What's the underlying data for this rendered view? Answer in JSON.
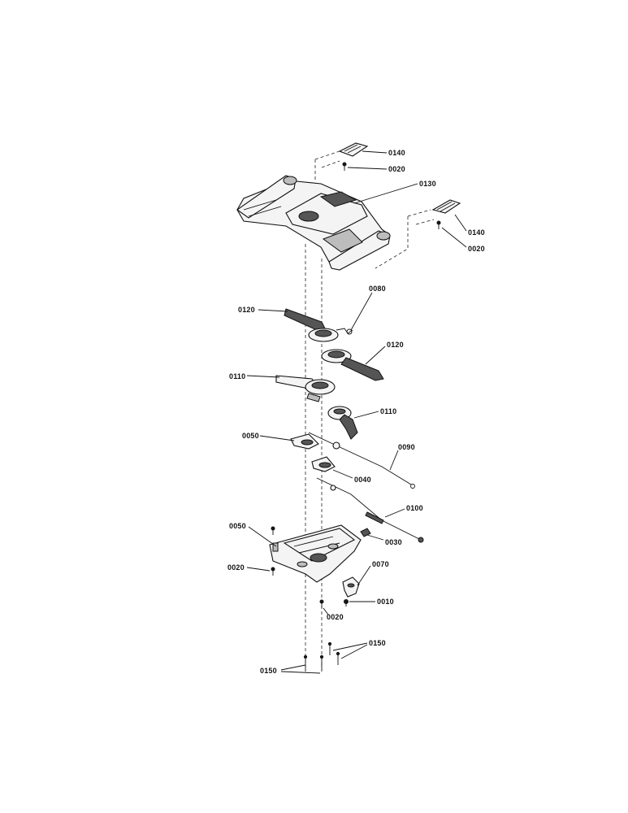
{
  "callouts": {
    "p0140_top": "0140",
    "p0020_top": "0020",
    "p0130": "0130",
    "p0140_right": "0140",
    "p0020_right": "0020",
    "p0080": "0080",
    "p0120_left": "0120",
    "p0120_right": "0120",
    "p0110_left": "0110",
    "p0110_right": "0110",
    "p0050_upper": "0050",
    "p0090": "0090",
    "p0040": "0040",
    "p0100": "0100",
    "p0030": "0030",
    "p0050_lower": "0050",
    "p0070": "0070",
    "p0020_left": "0020",
    "p0010": "0010",
    "p0020_bottom": "0020",
    "p0150_right": "0150",
    "p0150_left": "0150"
  }
}
